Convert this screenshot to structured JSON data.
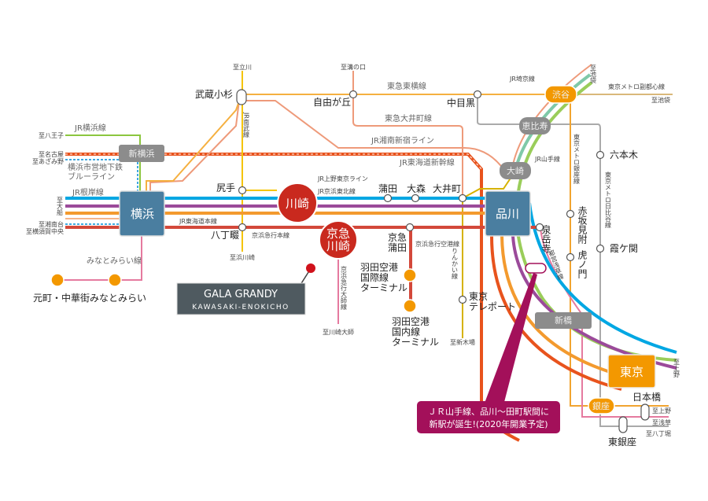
{
  "colors": {
    "keihin_tohoku": "#00a7e3",
    "ueno_tokyo": "#9b4a9a",
    "tokaido": "#f39a2e",
    "keikyu": "#d3483a",
    "shinkansen": "#e8531d",
    "yamanote": "#9acd5a",
    "saikyo": "#7fc9a8",
    "shonan": "#ee9a7a",
    "toyoko": "#f5b040",
    "nambu": "#f5c400",
    "hibiya": "#aaaaaa",
    "ginza": "#f1a430",
    "asakusa": "#e57a9f",
    "rinkai": "#d6b200",
    "station_box": "#4a7ea0",
    "tokyo_box": "#f39800",
    "callout": "#a3105a"
  },
  "stations": {
    "yokohama": "横浜",
    "shinagawa": "品川",
    "kawasaki": "川崎",
    "keikyu_kawasaki": "京急\n川崎",
    "keikyu_kawasaki_l1": "京急",
    "keikyu_kawasaki_l2": "川崎",
    "shin_yokohama": "新横浜",
    "shibuya": "渋谷",
    "ebisu": "恵比寿",
    "osaki": "大崎",
    "shinbashi": "新橋",
    "tokyo": "東京",
    "ginza": "銀座",
    "musashi_kosugi": "武蔵小杉",
    "jiyugaoka": "自由が丘",
    "nakameguro": "中目黒",
    "shitte": "尻手",
    "hatchonawate": "八丁畷",
    "kamata": "蒲田",
    "omori": "大森",
    "oimachi": "大井町",
    "keikyu_kamata_1": "京急",
    "keikyu_kamata_2": "蒲田",
    "haneda_intl_1": "羽田空港",
    "haneda_intl_2": "国際線",
    "haneda_intl_3": "ターミナル",
    "haneda_dom_1": "羽田空港",
    "haneda_dom_2": "国内線",
    "haneda_dom_3": "ターミナル",
    "tokyo_teleport_1": "東京",
    "tokyo_teleport_2": "テレポート",
    "sengakuji": "泉岳寺",
    "akasaka_mitsuke": "赤坂見附",
    "toranomon": "虎ノ門",
    "roppongi": "六本木",
    "kasumigaseki": "霞ケ関",
    "nihombashi": "日本橋",
    "higashi_ginza": "東銀座",
    "motomachi": "元町・中華街",
    "minatomirai": "みなとみらい"
  },
  "lines": {
    "jr_yokohama": "JR横浜線",
    "blue_line_1": "横浜市営地下鉄",
    "blue_line_2": "ブルーライン",
    "jr_negishi": "JR根岸線",
    "jr_tokaido_main": "JR東海道本線",
    "minatomirai_line": "みなとみらい線",
    "jr_nambu": "JR南武線",
    "toyoko": "東急東横線",
    "oimachi_line": "東急大井町線",
    "shonan_shinjuku": "JR湘南新宿ライン",
    "tokaido_shinkansen": "JR東海道新幹線",
    "ueno_tokyo": "JR上野東京ライン",
    "keihin_tohoku": "JR京浜東北線",
    "keikyu_main": "京浜急行本線",
    "keikyu_daishi": "京浜急行大師線",
    "keikyu_airport": "京浜急行空港線",
    "rinkai": "りんかい線",
    "saikyo": "JR埼京線",
    "fukutoshin": "東京メトロ副都心線",
    "yamanote": "JR山手線",
    "ginza_line": "東京メトロ銀座線",
    "hibiya_line": "東京メトロ日比谷線",
    "asakusa_line": "都営浅草線"
  },
  "destinations": {
    "hachioji": "至八王子",
    "nagoya": "至名古屋",
    "azamino": "至あざみ野",
    "ofuna": "至大船",
    "shonandai": "至湘南台",
    "yokosuka_chuo": "至横須賀中央",
    "tachikawa": "至立川",
    "mizonokuchi": "至溝の口",
    "hama_kawasaki": "至浜川崎",
    "kawasaki_daishi": "至川崎大師",
    "shin_kiba": "至新木場",
    "ikebukuro_jr": "至池袋",
    "ikebukuro_metro": "至池袋",
    "ueno_jr": "至上野",
    "ueno_metro": "至上野",
    "asakusa": "至浅草",
    "hatchobori": "至八丁堀"
  },
  "property": {
    "name": "GALA GRANDY",
    "location": "KAWASAKI-ENOKICHO"
  },
  "callout": {
    "line1": "ＪＲ山手線、品川〜田町駅間に",
    "line2": "新駅が誕生!(2020年開業予定)"
  }
}
